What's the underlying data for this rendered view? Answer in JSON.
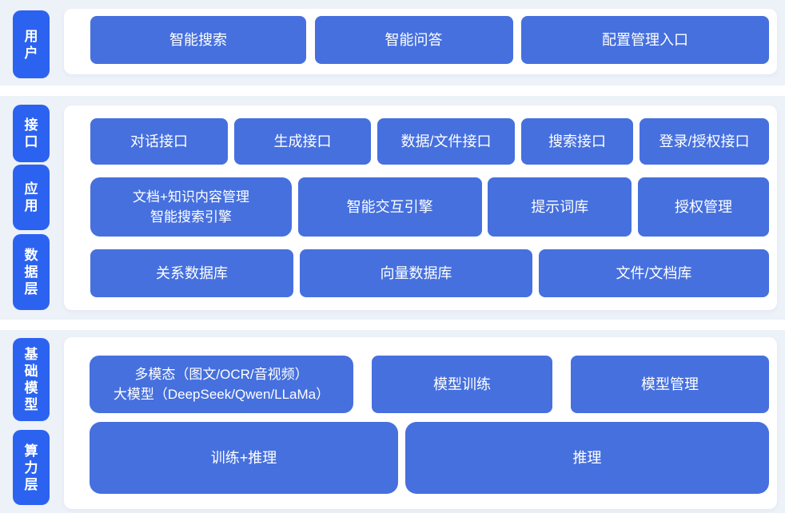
{
  "colors": {
    "page_background": "#edf1f8",
    "panel_background": "#ffffff",
    "layer_label_blue": "#2b63f0",
    "box_blue": "#4670de",
    "text_white": "#ffffff"
  },
  "sections": [
    {
      "labels": [
        {
          "text": "用户"
        }
      ],
      "rows": [
        {
          "boxes": [
            {
              "label": "智能搜索"
            },
            {
              "label": "智能问答"
            },
            {
              "label": "配置管理入口"
            }
          ]
        }
      ]
    },
    {
      "labels": [
        {
          "text": "接口"
        },
        {
          "text": "应用"
        },
        {
          "text": "数据层"
        }
      ],
      "rows": [
        {
          "boxes": [
            {
              "label": "对话接口"
            },
            {
              "label": "生成接口"
            },
            {
              "label": "数据/文件接口"
            },
            {
              "label": "搜索接口"
            },
            {
              "label": "登录/授权接口"
            }
          ]
        },
        {
          "boxes": [
            {
              "label": "文档+知识内容管理",
              "label2": "智能搜索引擎"
            },
            {
              "label": "智能交互引擎"
            },
            {
              "label": "提示词库"
            },
            {
              "label": "授权管理"
            }
          ]
        },
        {
          "boxes": [
            {
              "label": "关系数据库"
            },
            {
              "label": "向量数据库"
            },
            {
              "label": "文件/文档库"
            }
          ]
        }
      ]
    },
    {
      "labels": [
        {
          "text": "基础模型"
        },
        {
          "text": "算力层"
        }
      ],
      "rows": [
        {
          "boxes": [
            {
              "label": "多模态（图文/OCR/音视频）",
              "label2": "大模型（DeepSeek/Qwen/LLaMa）"
            },
            {
              "label": "模型训练"
            },
            {
              "label": "模型管理"
            }
          ]
        },
        {
          "boxes": [
            {
              "label": "训练+推理"
            },
            {
              "label": "推理"
            }
          ]
        }
      ]
    }
  ]
}
